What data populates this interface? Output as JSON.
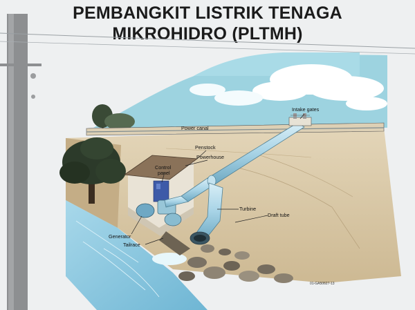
{
  "title": {
    "line1": "PEMBANGKIT LISTRIK TENAGA",
    "line2": "MIKROHIDRO (PLTMH)"
  },
  "labels": {
    "intake_gates": "Intake gates",
    "power_canal": "Power canal",
    "penstock": "Penstock",
    "powerhouse": "Powerhouse",
    "control_panel_1": "Control",
    "control_panel_2": "panel",
    "turbine": "Turbine",
    "draft_tube": "Draft tube",
    "generator": "Generator",
    "tailrace": "Tailrace"
  },
  "figure_code": "01-GA50627-13",
  "colors": {
    "sky": "#9dd3e0",
    "cloud": "#ffffff",
    "ground": "#d9c8a8",
    "soil": "#c9b68e",
    "pipe": "#a9d6e8",
    "water": "#8cc9e0",
    "tree": "#2c3a2a",
    "roof": "#8a7259"
  }
}
